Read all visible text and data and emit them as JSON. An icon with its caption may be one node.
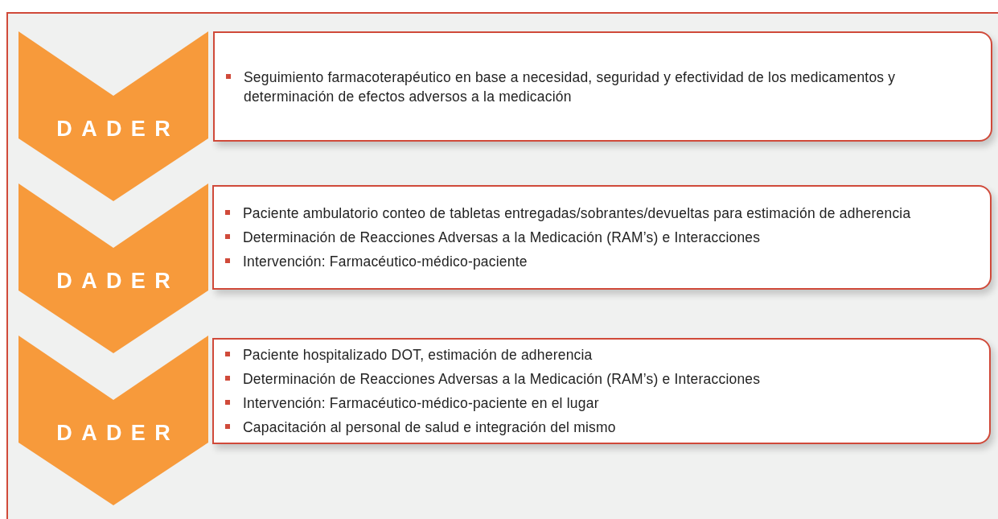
{
  "diagram": {
    "nodes": [
      {
        "text": [
          "DADER"
        ]
      },
      {
        "text": [
          "Seguimiento farmacoterapéutico en base a necesidad, seguridad y efectividad de los medicamentos y determinación de efectos adversos a la medicación"
        ]
      },
      {
        "text": [
          "DADER"
        ]
      },
      {
        "text": [
          "Paciente ambulatorio conteo de tabletas entregadas/sobrantes/devueltas para estimación de adherencia",
          "Determinación de Reacciones Adversas a la Medicación (RAM’s) e Interacciones",
          "Intervención: Farmacéutico-médico-paciente"
        ]
      },
      {
        "text": [
          "DADER"
        ]
      },
      {
        "text": [
          "Paciente hospitalizado DOT, estimación de adherencia",
          "Determinación de Reacciones Adversas a la Medicación (RAM’s) e Interacciones",
          "Intervención: Farmacéutico-médico-paciente en el lugar",
          "Capacitación al personal de salud e integración del mismo"
        ]
      }
    ]
  }
}
